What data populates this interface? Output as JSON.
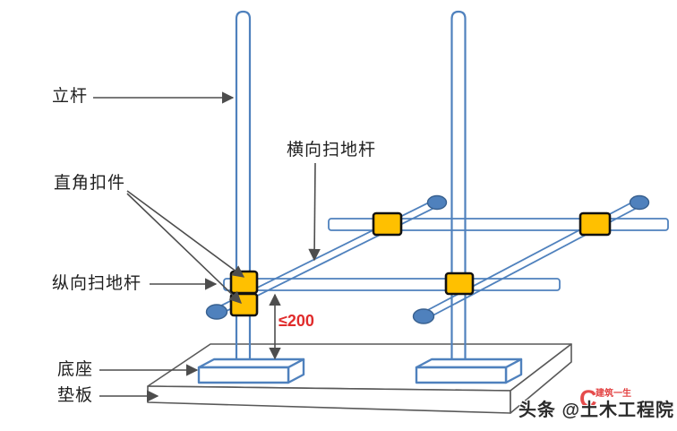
{
  "diagram": {
    "labels": {
      "pole": "立杆",
      "right_angle_coupler": "直角扣件",
      "transverse_sweeping_rod": "横向扫地杆",
      "longitudinal_sweeping_rod": "纵向扫地杆",
      "base": "底座",
      "pad_board": "垫板"
    },
    "dimension": {
      "text": "≤200",
      "color": "#e02b2b"
    },
    "colors": {
      "member_stroke": "#4f81bd",
      "member_fill": "#ffffff",
      "coupler_fill": "#ffc000",
      "coupler_stroke": "#111111",
      "pipe_end_fill": "#4f81bd",
      "board_outline": "#595959",
      "leader_line": "#4d4d4d",
      "label_text": "#1f1f1f"
    }
  },
  "watermark": {
    "text": "头条 @土木工程院",
    "logo_glyph": "C",
    "logo_text": "建筑一生",
    "logo_color": "#e02b2b"
  }
}
